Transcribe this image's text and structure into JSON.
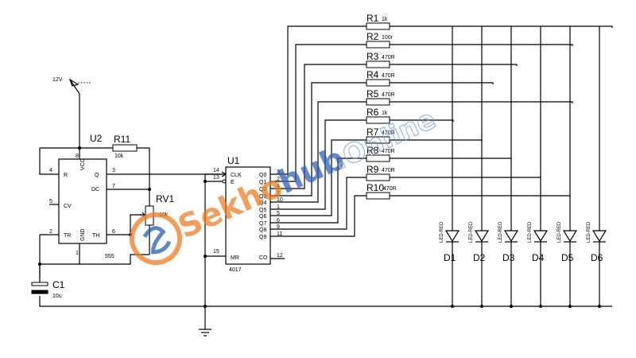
{
  "power": {
    "label": "12V"
  },
  "u2": {
    "ref": "U2",
    "part": "555",
    "pins_left": [
      "R",
      "CV",
      "TR"
    ],
    "pins_right": [
      "Q",
      "DC",
      "TH"
    ],
    "pin_vcc": "VCC",
    "pin_gnd": "GND",
    "num_r": "4",
    "num_cv": "5",
    "num_tr": "2",
    "num_q": "3",
    "num_dc": "7",
    "num_th": "6",
    "num_vcc": "8",
    "num_gnd": "1"
  },
  "r11": {
    "ref": "R11",
    "value": "10k"
  },
  "rv1": {
    "ref": "RV1",
    "value": "10k"
  },
  "c1": {
    "ref": "C1",
    "value": "10u"
  },
  "u1": {
    "ref": "U1",
    "part": "4017",
    "pin_clk": "CLK",
    "pin_e": "E",
    "pin_mr": "MR",
    "pin_co": "CO",
    "num_clk": "14",
    "num_e": "13",
    "num_mr": "15",
    "num_co": "12",
    "outputs": [
      "Q0",
      "Q1",
      "Q2",
      "Q3",
      "Q4",
      "Q5",
      "Q6",
      "Q7",
      "Q8",
      "Q9"
    ],
    "output_pins": [
      "3",
      "2",
      "4",
      "7",
      "10",
      "1",
      "5",
      "6",
      "9",
      "11"
    ]
  },
  "resistors": [
    {
      "ref": "R1",
      "value": "1k"
    },
    {
      "ref": "R2",
      "value": "100r"
    },
    {
      "ref": "R3",
      "value": "470R"
    },
    {
      "ref": "R4",
      "value": "470R"
    },
    {
      "ref": "R5",
      "value": "470R"
    },
    {
      "ref": "R6",
      "value": "1k"
    },
    {
      "ref": "R7",
      "value": "470R"
    },
    {
      "ref": "R8",
      "value": "470R"
    },
    {
      "ref": "R9",
      "value": "470R"
    },
    {
      "ref": "R10",
      "value": "470R"
    }
  ],
  "leds": [
    {
      "ref": "D1",
      "value": "LED-RED"
    },
    {
      "ref": "D2",
      "value": "LED-RED"
    },
    {
      "ref": "D3",
      "value": "LED-RED"
    },
    {
      "ref": "D4",
      "value": "LED-RED"
    },
    {
      "ref": "D5",
      "value": "LED-RED"
    },
    {
      "ref": "D6",
      "value": "LED-RED"
    }
  ],
  "watermark": {
    "text_left": "Sekhol",
    "text_mid": "hub",
    "text_right": ".Online",
    "color_orange": "#f07a1f",
    "color_blue": "#2b5db3"
  }
}
